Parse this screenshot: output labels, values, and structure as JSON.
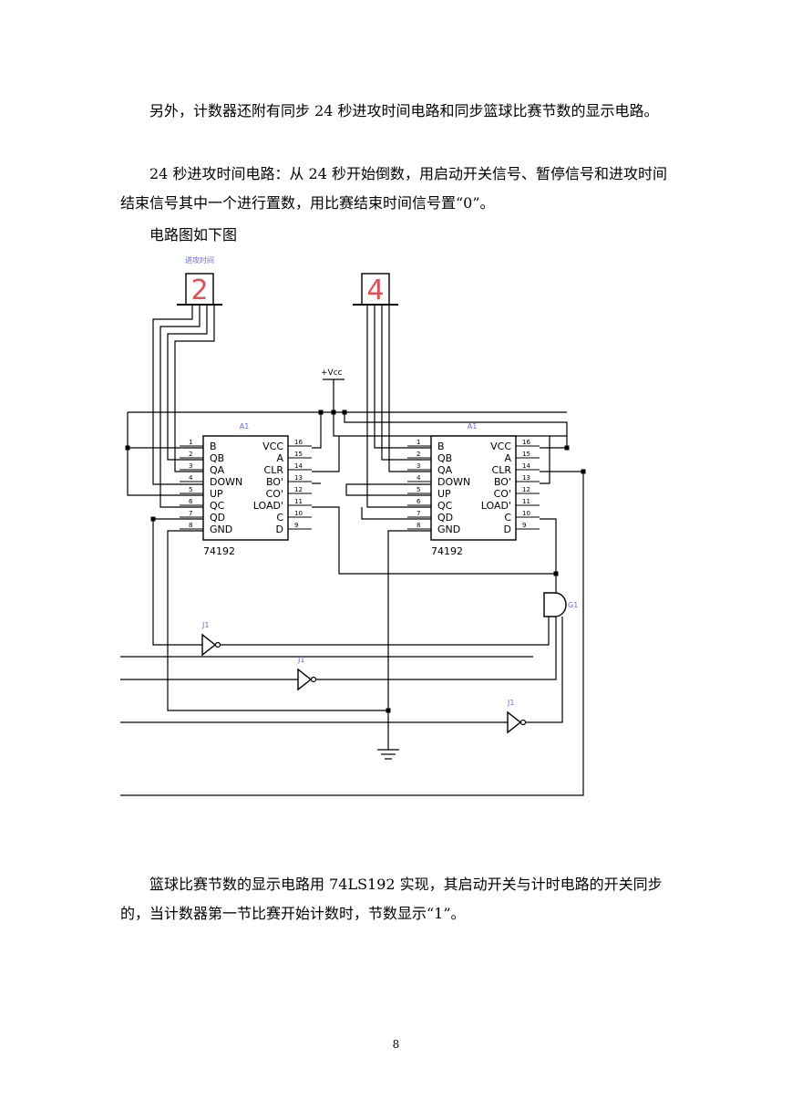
{
  "paragraphs": [
    "另外，计数器还附有同步 24 秒进攻时间电路和同步篮球比赛节数的显示电路。",
    "24 秒进攻时间电路：从 24 秒开始倒数，用启动开关信号、暂停信号和进攻时间结束信号其中一个进行置数，用比赛结束时间信号置“0”。",
    "电路图如下图",
    "篮球比赛节数的显示电路用 74LS192 实现，其启动开关与计时电路的开关同步的，当计数器第一节比赛开始计数时，节数显示“1”。"
  ],
  "page_number": "8",
  "circuit": {
    "display_caption": "进攻时间",
    "display_left_digit": "2",
    "display_right_digit": "4",
    "vcc_label": "+Vcc",
    "chip_part": "74192",
    "chip_ref": "A1",
    "chip_left_pins": [
      "B",
      "QB",
      "QA",
      "DOWN",
      "UP",
      "QC",
      "QD",
      "GND"
    ],
    "chip_right_pins": [
      "VCC",
      "A",
      "CLR",
      "BO'",
      "CO'",
      "LOAD'",
      "C",
      "D"
    ],
    "left_pin_numbers": [
      "1",
      "2",
      "3",
      "4",
      "5",
      "6",
      "7",
      "8"
    ],
    "right_pin_numbers": [
      "16",
      "15",
      "14",
      "13",
      "12",
      "11",
      "10",
      "9"
    ],
    "inverter_label": "J1",
    "gate_label": "G1",
    "display_color": "#e05050",
    "annotation_color": "#6a6ad8"
  }
}
